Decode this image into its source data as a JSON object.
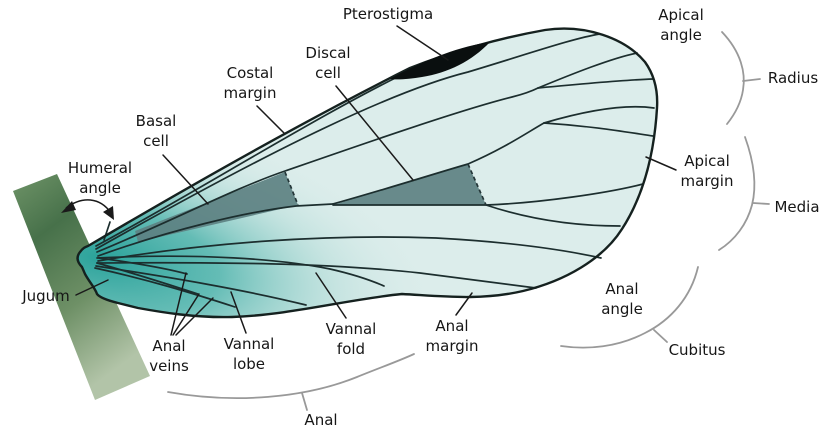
{
  "figure": {
    "type": "insect-wing-anatomy-diagram",
    "background_color": "#ffffff"
  },
  "colors": {
    "wing_membrane": "#dcedeb",
    "wing_base_teal": "#2ba39b",
    "shaded_cell": "#5d8182",
    "pterostigma_fill": "#0a0f0f",
    "vein_stroke": "#1c2e2e",
    "body_green_dark": "#47714a",
    "body_green_light": "#b2c4a8",
    "bracket_arc_gray": "#999999",
    "label_text": "#161616"
  },
  "labels": {
    "pterostigma": {
      "text": "Pterostigma"
    },
    "apical_angle": {
      "lines": [
        "Apical",
        "angle"
      ]
    },
    "radius": {
      "text": "Radius"
    },
    "discal_cell": {
      "lines": [
        "Discal",
        "cell"
      ]
    },
    "costal_margin": {
      "lines": [
        "Costal",
        "margin"
      ]
    },
    "basal_cell": {
      "lines": [
        "Basal",
        "cell"
      ]
    },
    "humeral_angle": {
      "lines": [
        "Humeral",
        "angle"
      ]
    },
    "jugum": {
      "text": "Jugum"
    },
    "anal_veins": {
      "lines": [
        "Anal",
        "veins"
      ]
    },
    "vannal_lobe": {
      "lines": [
        "Vannal",
        "lobe"
      ]
    },
    "vannal_fold": {
      "lines": [
        "Vannal",
        "fold"
      ]
    },
    "anal_margin": {
      "lines": [
        "Anal",
        "margin"
      ]
    },
    "apical_margin": {
      "lines": [
        "Apical",
        "margin"
      ]
    },
    "anal_angle": {
      "lines": [
        "Anal",
        "angle"
      ]
    },
    "cubitus": {
      "text": "Cubitus"
    },
    "media": {
      "text": "Media"
    },
    "anal": {
      "text": "Anal"
    }
  }
}
